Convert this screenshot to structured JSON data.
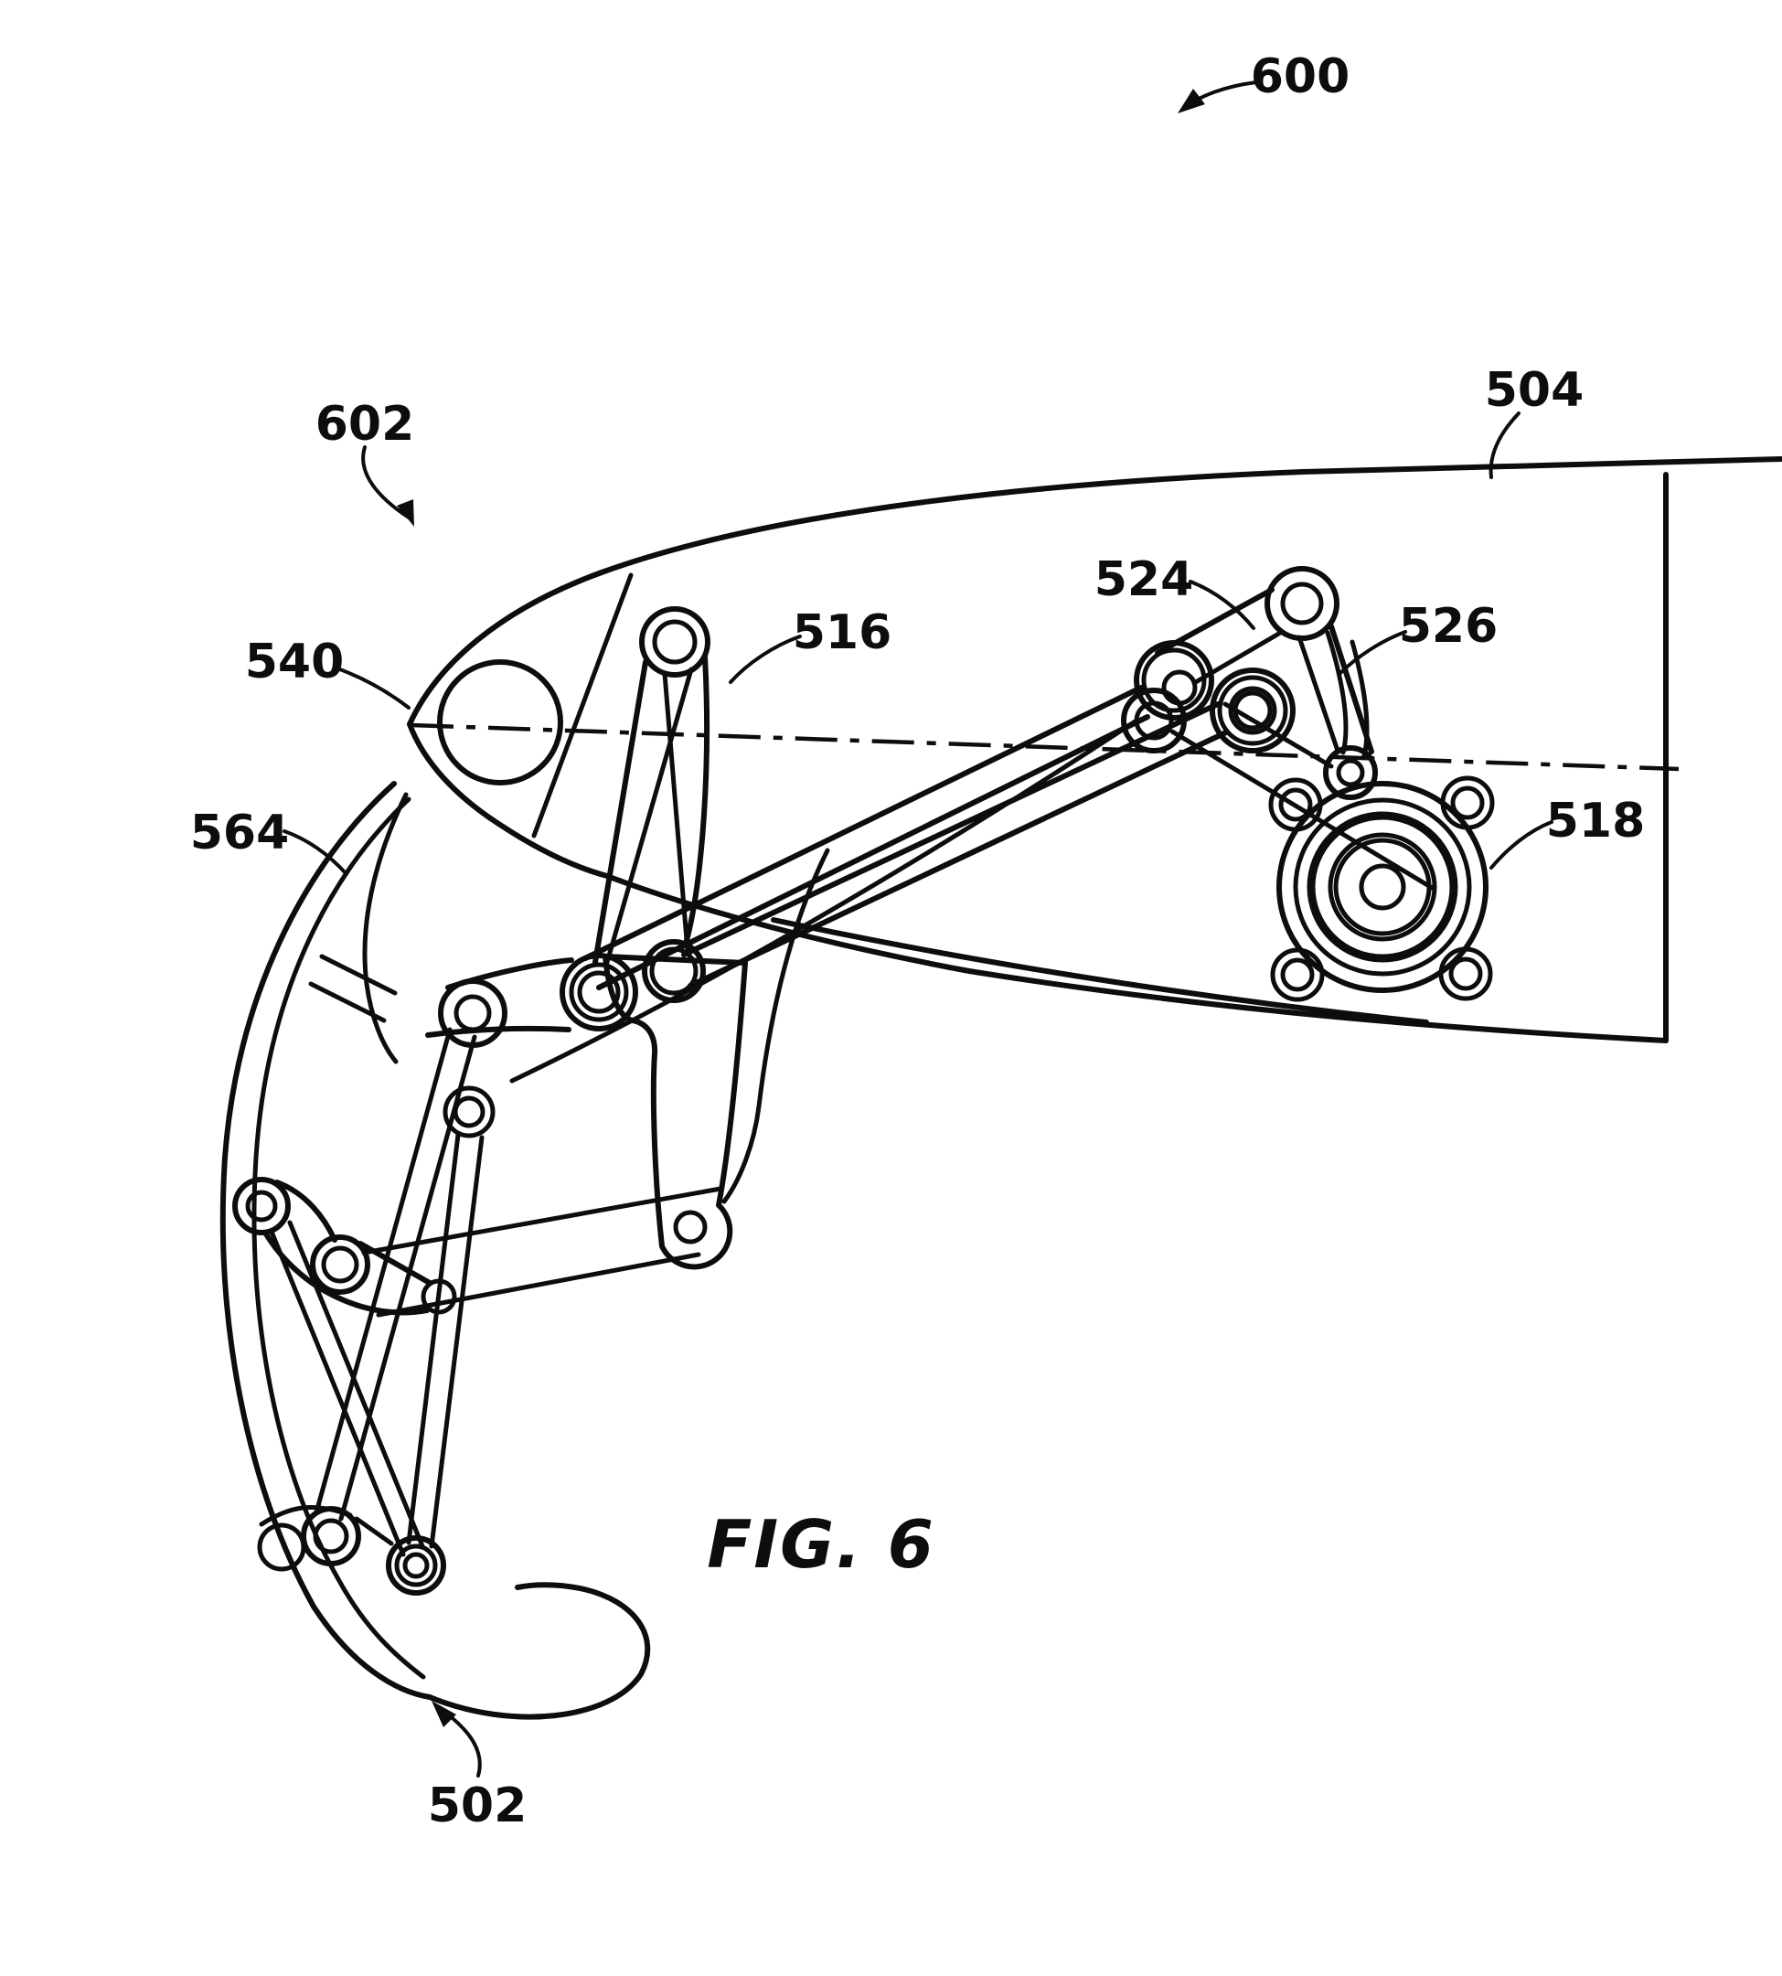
{
  "figure": {
    "caption": "FIG. 6",
    "ink_color": "#0d0d0d",
    "background_color": "#ffffff",
    "labels": [
      {
        "text": "600",
        "arrowhead": true
      },
      {
        "text": "602",
        "arrowhead": true
      },
      {
        "text": "504",
        "arrowhead": false
      },
      {
        "text": "540",
        "arrowhead": false
      },
      {
        "text": "516",
        "arrowhead": false
      },
      {
        "text": "524",
        "arrowhead": false
      },
      {
        "text": "526",
        "arrowhead": false
      },
      {
        "text": "518",
        "arrowhead": false
      },
      {
        "text": "564",
        "arrowhead": false
      },
      {
        "text": "502",
        "arrowhead": true
      }
    ]
  }
}
